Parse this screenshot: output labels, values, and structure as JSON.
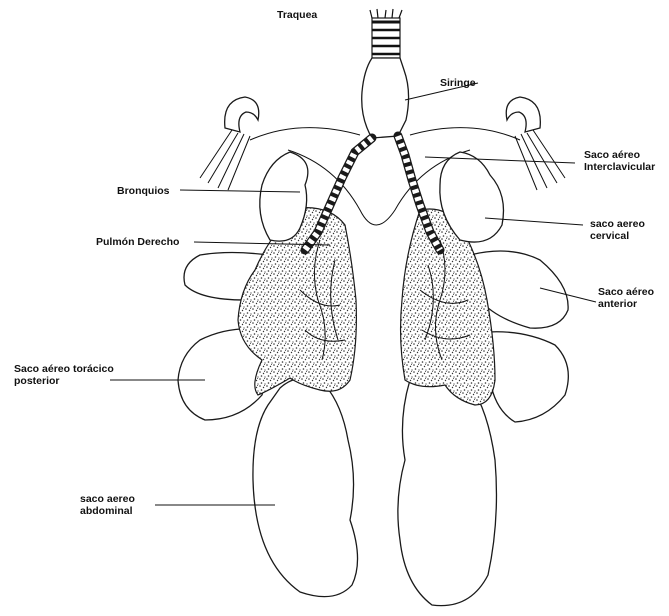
{
  "diagram": {
    "labels": {
      "traquea": "Traquea",
      "siringe": "Siringe",
      "saco_interclavicular": [
        "Saco aéreo",
        "Interclavicular"
      ],
      "bronquios": "Bronquios",
      "pulmon_derecho": "Pulmón Derecho",
      "saco_cervical": [
        "saco aereo",
        "cervical"
      ],
      "saco_anterior": [
        "Saco aéreo",
        "anterior"
      ],
      "saco_toracico_posterior": [
        "Saco aéreo torácico",
        "posterior"
      ],
      "saco_abdominal": [
        "saco aereo",
        "abdominal"
      ]
    },
    "colors": {
      "ink": "#1a1a1a",
      "stipple": "#333333",
      "background": "#ffffff"
    }
  }
}
